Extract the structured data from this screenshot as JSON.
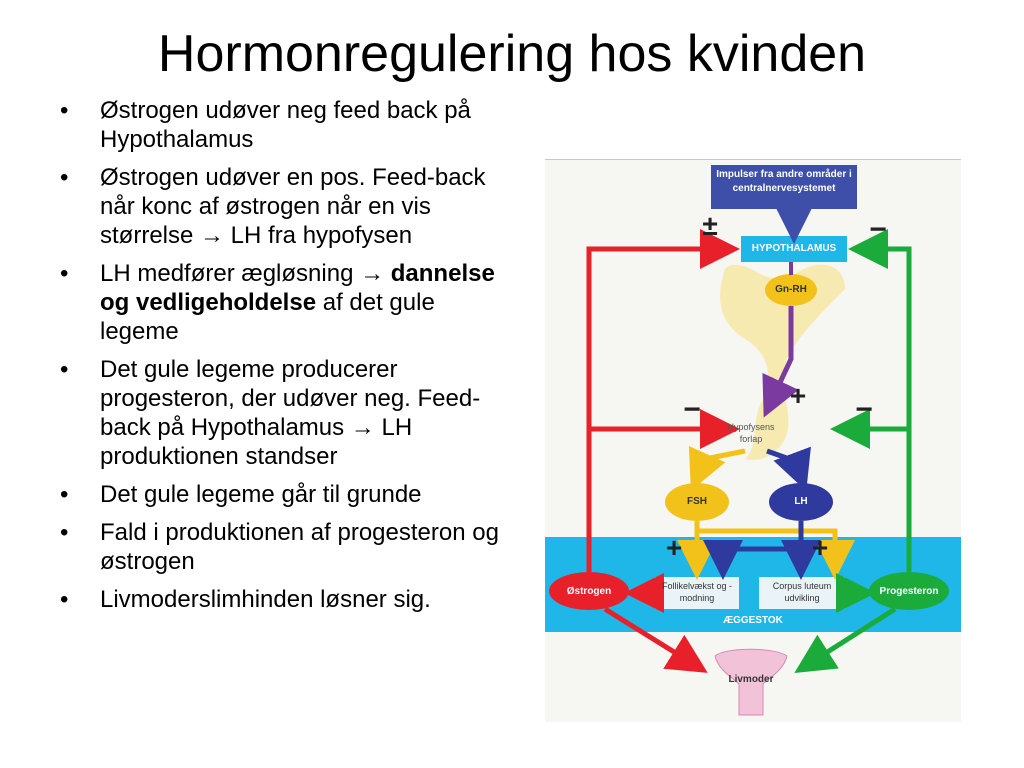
{
  "title": "Hormonregulering hos kvinden",
  "bullets": [
    {
      "text": "Østrogen udøver neg feed back på Hypothalamus"
    },
    {
      "text": "Østrogen udøver en pos. Feed-back når konc af østrogen når en vis størrelse → LH fra hypofysen"
    },
    {
      "pre": "LH medfører ægløsning →",
      "bold": "dannelse og vedligeholdelse",
      "post": "af det gule legeme"
    },
    {
      "text": "Det gule legeme producerer progesteron, der udøver neg. Feed-back på Hypothalamus → LH produktionen standser"
    },
    {
      "text": "Det gule legeme går til grunde"
    },
    {
      "text": "Fald i produktionen af progesteron og østrogen"
    },
    {
      "text": "Livmoderslimhinden løsner sig."
    }
  ],
  "diagram": {
    "impulse": "Impulser fra andre områder i centralnervesystemet",
    "hypothalamus": "HYPOTHALAMUS",
    "gnrh": "Gn-RH",
    "pituitary": "Hypofysens forlap",
    "fsh": "FSH",
    "lh": "LH",
    "follicle": "Follikelvækst og -modning",
    "corpus": "Corpus luteum udvikling",
    "estrogen": "Østrogen",
    "progesterone": "Progesteron",
    "ovary": "ÆGGESTOK",
    "uterus": "Livmoder",
    "sign_plusminus": "±",
    "sign_minus": "−",
    "sign_plus": "+",
    "colors": {
      "red": "#e8202a",
      "green": "#1aab3a",
      "purple": "#7a3aa0",
      "yellow": "#f2c21a",
      "blue": "#2e3a9e",
      "cyan": "#1fb6e8",
      "navy": "#3d4fa8"
    }
  }
}
